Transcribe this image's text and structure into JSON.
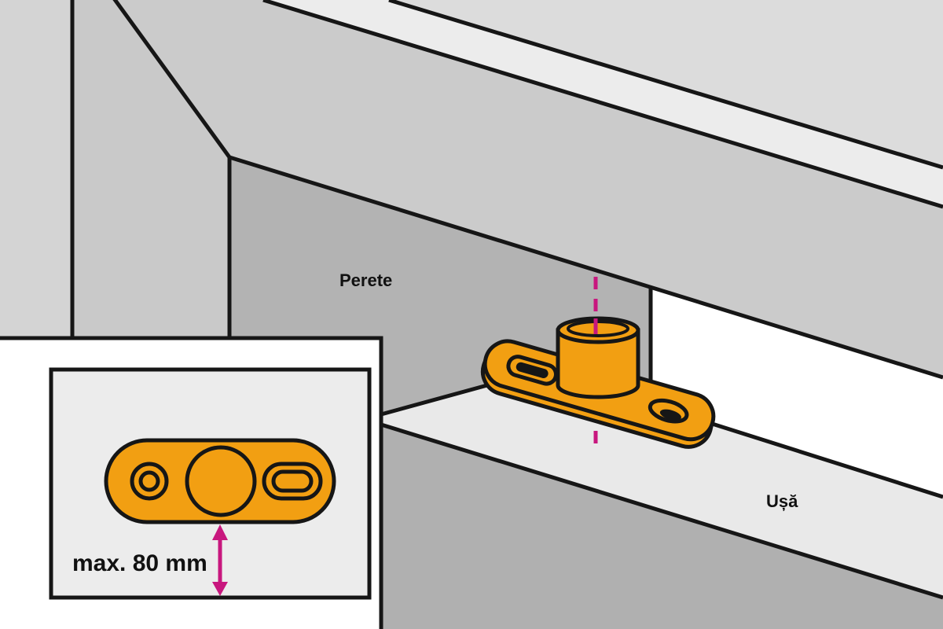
{
  "labels": {
    "wall": "Perete",
    "door": "Ușă",
    "max_distance": "max. 80 mm"
  },
  "colors": {
    "bracket": "#f29f12",
    "dimension": "#c8177e",
    "outline": "#161616"
  }
}
